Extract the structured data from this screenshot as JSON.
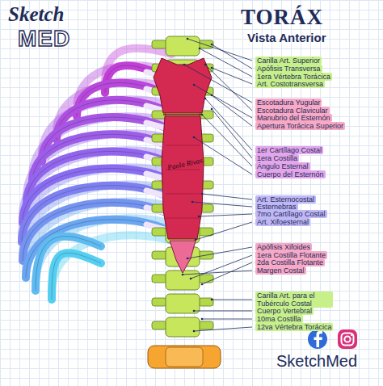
{
  "diagram": {
    "title": "TORÁX",
    "labels": [
      "Sketch",
      "MED",
      "Vista Anterior",
      "Carilla Art. Superior",
      "Apófisis Transversa",
      "1era Vértebra Torácica",
      "Art. Costotransversa",
      "Escotadura Yugular",
      "Escotadura Clavicular",
      "Manubrio del Esternón",
      "Apertura Torácica Superior",
      "1er Cartílago Costal",
      "1era Costilla",
      "Ángulo Esternal",
      "Cuerpo del Esternón",
      "Art. Esternocostal",
      "Esternebras",
      "7mo Cartílago Costal",
      "Art. Xifoesternal",
      "Apófisis Xifoides",
      "1era Costilla Flotante",
      "2da Costilla Flotante",
      "Margen Costal",
      "Carilla Art. para el Tubérculo Costal",
      "Cuerpo Vertebral",
      "10ma Costilla",
      "12va Vértebra Torácica",
      "Paola Rivas",
      "SketchMed"
    ]
  }
}
